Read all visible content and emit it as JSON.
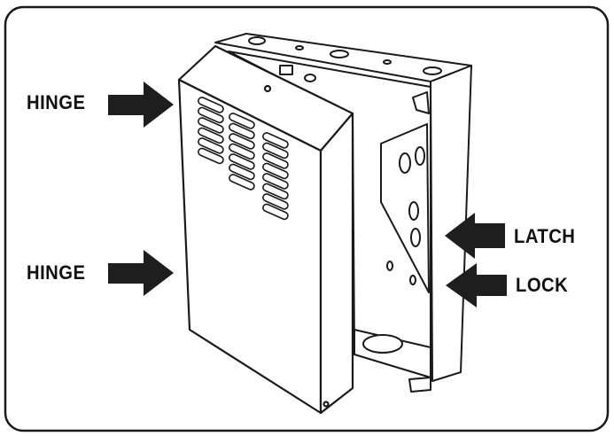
{
  "labels": {
    "hinge_top": "HINGE",
    "hinge_bottom": "HINGE",
    "latch": "LATCH",
    "lock": "LOCK"
  },
  "colors": {
    "stroke": "#1a1a1a",
    "fill": "#ffffff",
    "arrow": "#1e1e1e"
  }
}
